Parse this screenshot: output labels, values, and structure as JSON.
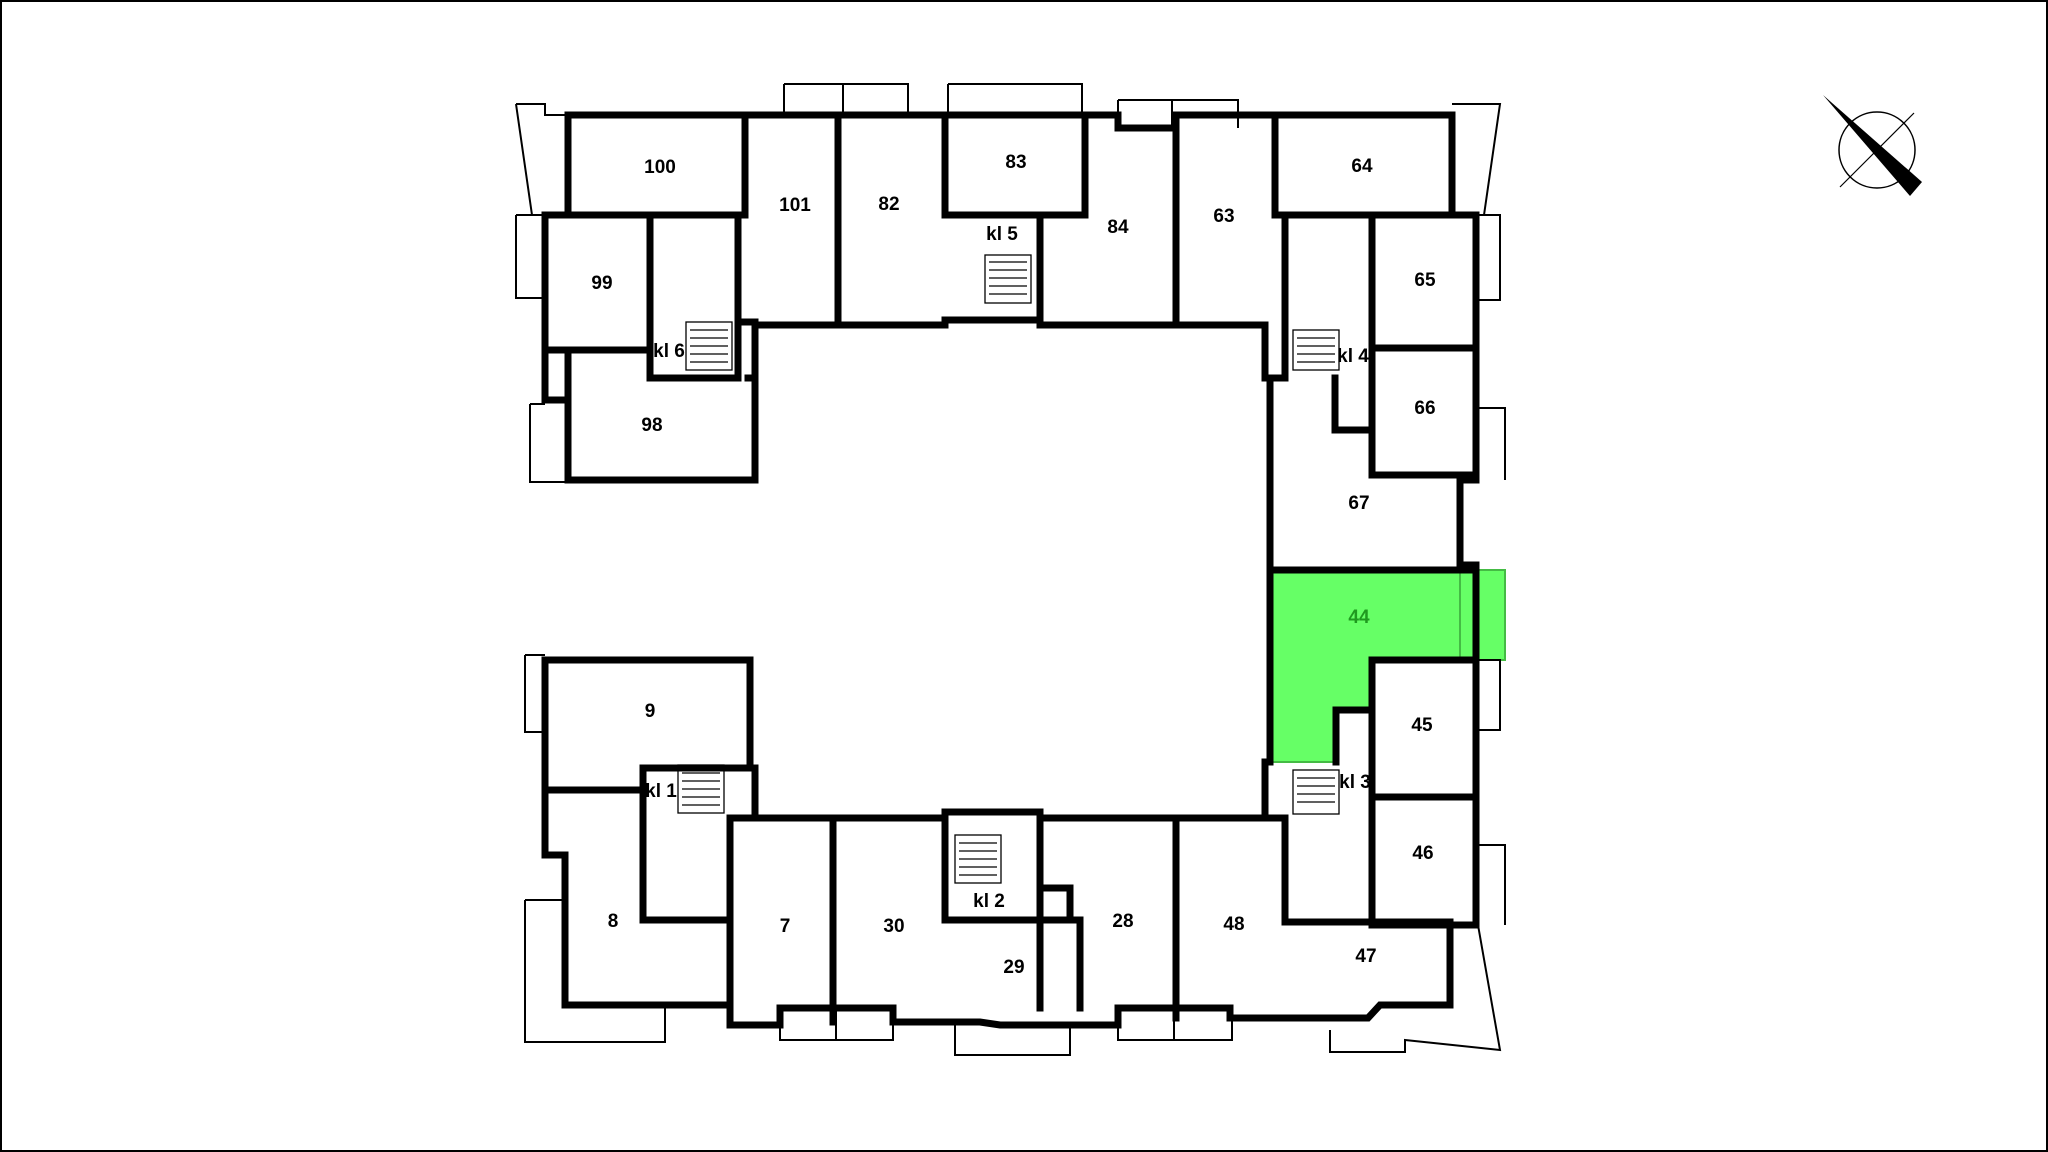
{
  "plan": {
    "selected_unit": "44",
    "highlight_color": "#66ff66",
    "wall_color": "#000000",
    "units": [
      "100",
      "101",
      "82",
      "83",
      "84",
      "63",
      "64",
      "99",
      "65",
      "66",
      "98",
      "67",
      "44",
      "45",
      "46",
      "47",
      "48",
      "28",
      "29",
      "30",
      "7",
      "8",
      "9"
    ],
    "stairwells": [
      "kl 1",
      "kl 2",
      "kl 3",
      "kl 4",
      "kl 5",
      "kl 6"
    ]
  },
  "compass": {
    "icon": "north-arrow-icon"
  }
}
